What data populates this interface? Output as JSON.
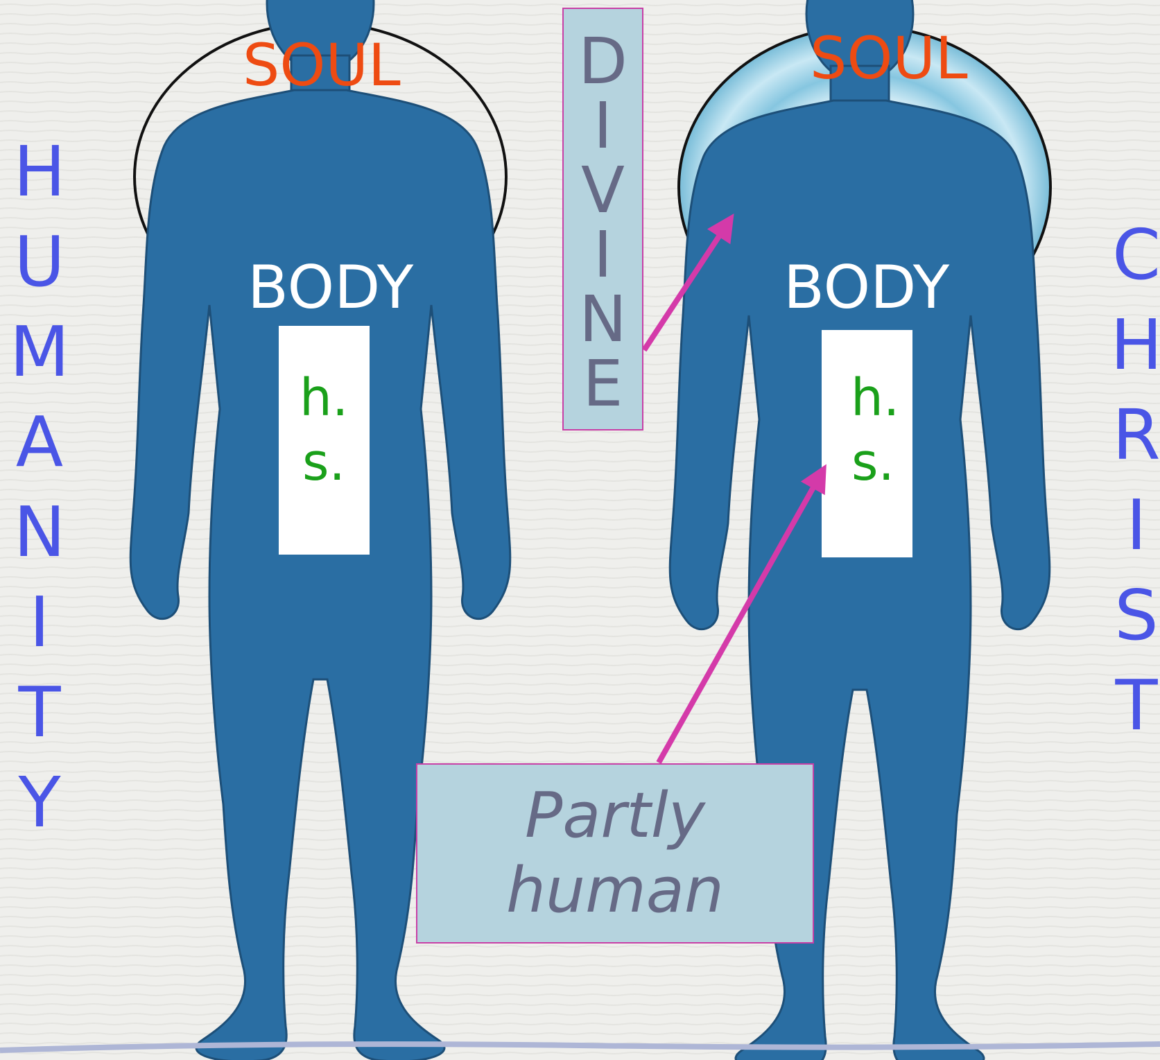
{
  "diagram": {
    "left_label": [
      "H",
      "U",
      "M",
      "A",
      "N",
      "I",
      "T",
      "Y"
    ],
    "right_label": [
      "C",
      "H",
      "R",
      "I",
      "S",
      "T"
    ],
    "center_label": [
      "D",
      "I",
      "V",
      "I",
      "N",
      "E"
    ],
    "left_figure": {
      "soul": "SOUL",
      "body": "BODY",
      "spirit_top": "h.",
      "spirit_bottom": "s."
    },
    "right_figure": {
      "soul": "SOUL",
      "body": "BODY",
      "spirit_top": "h.",
      "spirit_bottom": "s."
    },
    "callout": {
      "line1": "Partly",
      "line2": "human"
    }
  },
  "colors": {
    "figure": "#2a6ea3",
    "soul_text": "#ee4b12",
    "vertical_text": "#4a55e6",
    "box_fill": "#b5d3de",
    "box_border": "#c83fa6",
    "arrow": "#d43aa9",
    "spirit_text": "#1aa01a"
  }
}
